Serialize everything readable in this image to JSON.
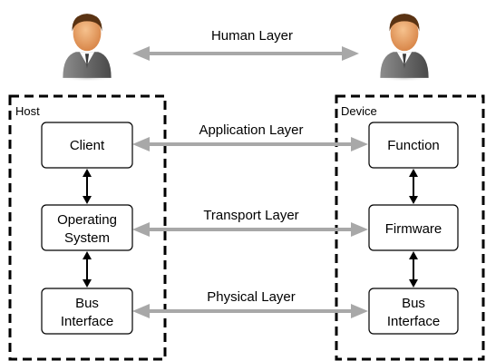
{
  "layers": {
    "human": "Human Layer",
    "application": "Application Layer",
    "transport": "Transport Layer",
    "physical": "Physical Layer"
  },
  "host": {
    "title": "Host",
    "client": "Client",
    "os_line1": "Operating",
    "os_line2": "System",
    "bus_line1": "Bus",
    "bus_line2": "Interface"
  },
  "device": {
    "title": "Device",
    "function": "Function",
    "firmware": "Firmware",
    "bus_line1": "Bus",
    "bus_line2": "Interface"
  },
  "colors": {
    "layer_arrow": "#a8a8a8",
    "link_arrow": "#000000",
    "user_suit": "#6e6e6e",
    "user_skin": "#e8a066",
    "user_hair": "#5a3313"
  },
  "icons": {
    "host_user": "person-icon",
    "device_user": "person-icon"
  }
}
